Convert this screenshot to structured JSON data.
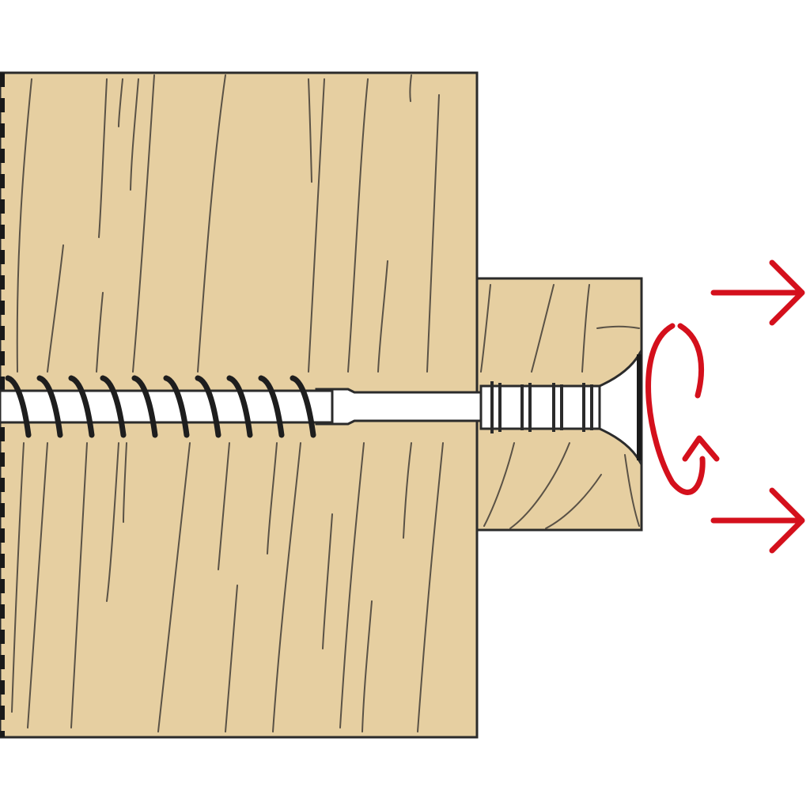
{
  "diagram": {
    "parts": [
      {
        "id": "base-beam",
        "kind": "wood-block"
      },
      {
        "id": "clamped-board",
        "kind": "wood-block"
      },
      {
        "id": "screw",
        "kind": "partial-thread-countersunk-screw"
      }
    ],
    "annotations": [
      {
        "id": "rotation-arrow",
        "kind": "clockwise-rotation"
      },
      {
        "id": "pull-arrow-top",
        "kind": "tension-arrow",
        "direction": "right"
      },
      {
        "id": "pull-arrow-bottom",
        "kind": "tension-arrow",
        "direction": "right"
      }
    ],
    "colors": {
      "wood": "#E6CFA1",
      "outline": "#2B2B2B",
      "grain": "#5A5246",
      "screw_metal": "#FFFFFF",
      "annotation_red": "#D4101C",
      "background": "#FFFFFF"
    },
    "icons": [
      "rotation-arrow-icon",
      "right-arrow-icon"
    ]
  }
}
